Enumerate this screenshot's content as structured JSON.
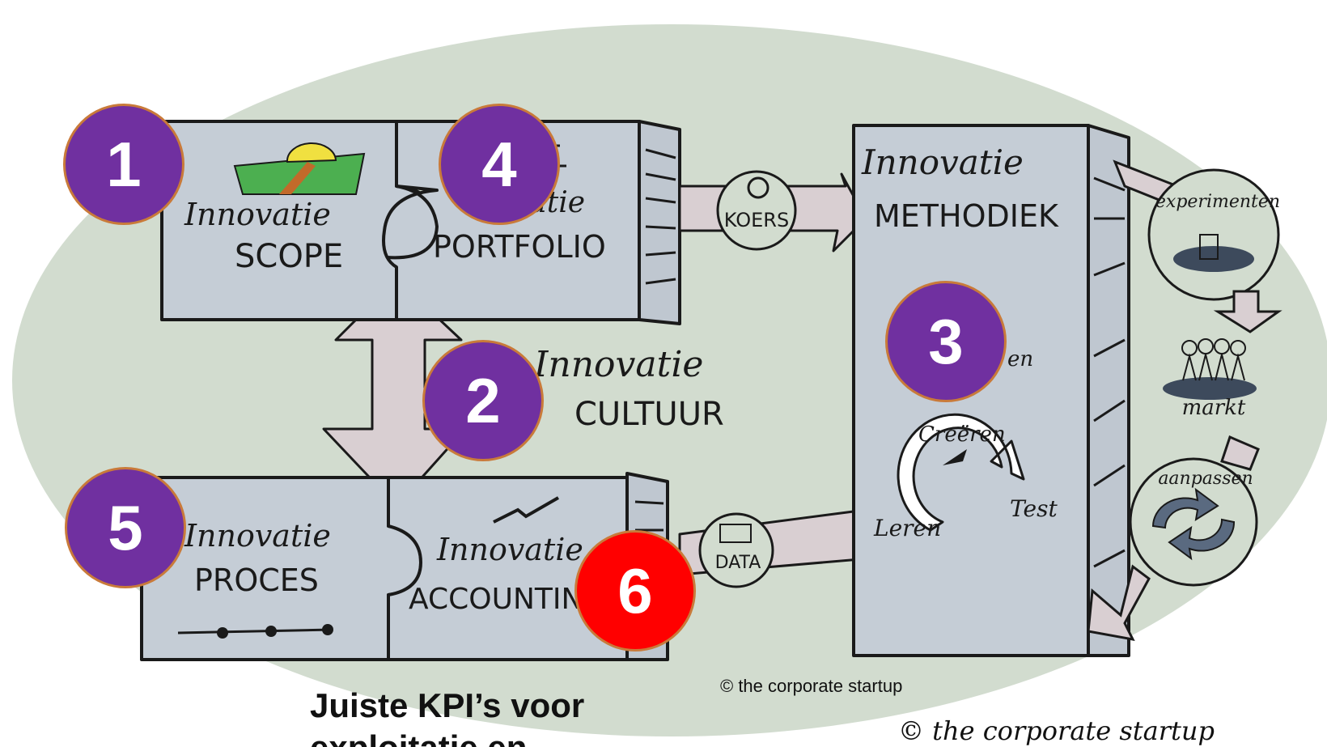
{
  "diagram": {
    "blocks": {
      "scope": {
        "line1": "Innovatie",
        "line2": "SCOPE"
      },
      "portfolio": {
        "line1": "...atie",
        "line2": "PORTFOLIO"
      },
      "proces": {
        "line1": "Innovatie",
        "line2": "PROCES"
      },
      "accounting": {
        "line1": "Innovatie",
        "line2": "ACCOUNTIN"
      },
      "methodiek": {
        "line1": "Innovatie",
        "line2": "METHODIEK"
      }
    },
    "cultuur": {
      "line1": "Innovatie",
      "line2": "CULTUUR"
    },
    "connectors": {
      "koers": "KOERS",
      "data": "DATA"
    },
    "cycle": {
      "creeren": "Creëren",
      "test": "Test",
      "leren": "Leren",
      "meten_fragment": "en"
    },
    "side_steps": {
      "experimenten": "experimenten",
      "markt": "markt",
      "aanpassen": "aanpassen"
    }
  },
  "badges": [
    {
      "number": "1",
      "color": "#7030a0"
    },
    {
      "number": "4",
      "color": "#7030a0"
    },
    {
      "number": "3",
      "color": "#7030a0"
    },
    {
      "number": "2",
      "color": "#7030a0"
    },
    {
      "number": "5",
      "color": "#7030a0"
    },
    {
      "number": "6",
      "color": "#ff0000"
    }
  ],
  "caption": {
    "line1": "Juiste KPI’s voor",
    "line2": "exploitatie en"
  },
  "copyright": {
    "small": "© the corporate startup",
    "handwritten": "© the corporate startup"
  },
  "colors": {
    "background_ellipse": "#d2dccf",
    "box": "#c5cdd6",
    "arrow": "#d9cfd2",
    "purple": "#7030a0",
    "red": "#ff0000"
  }
}
